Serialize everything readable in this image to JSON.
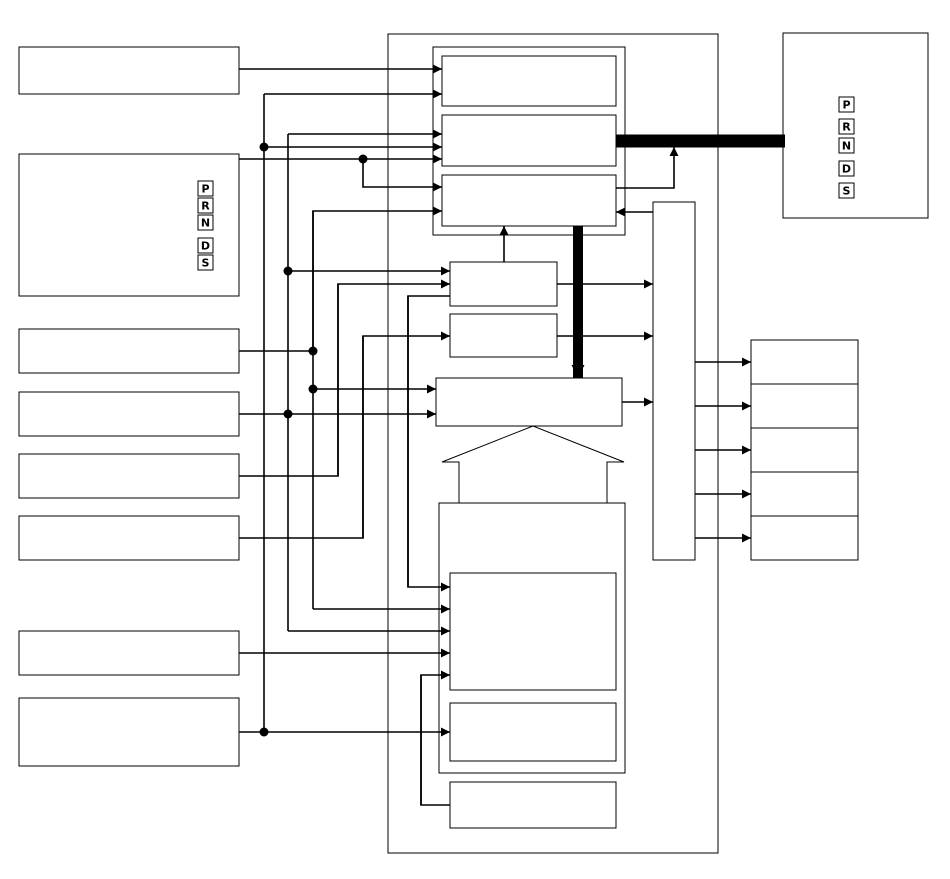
{
  "gear_indicator_left": [
    "P",
    "R",
    "N",
    "D",
    "S"
  ],
  "gear_indicator_right": [
    "P",
    "R",
    "N",
    "D",
    "S"
  ]
}
